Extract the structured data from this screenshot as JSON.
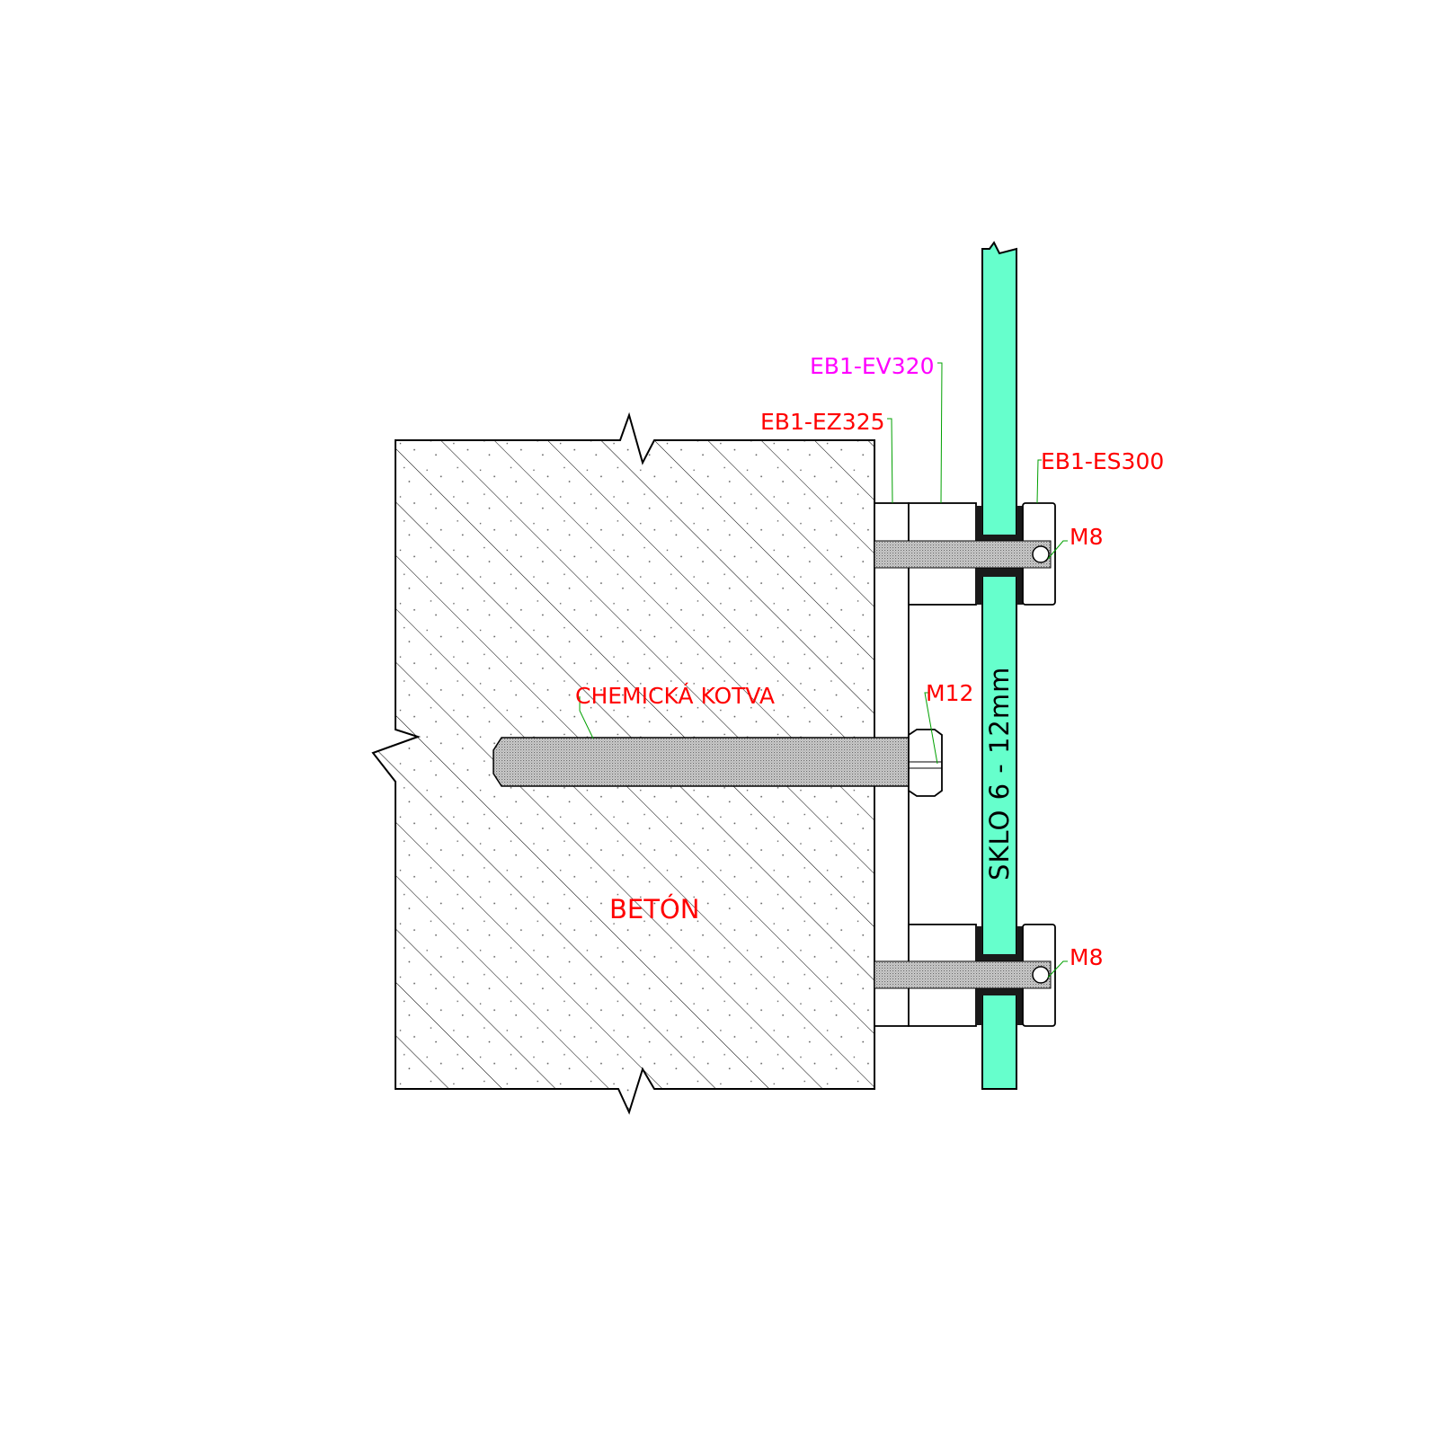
{
  "labels": {
    "spacer_outer": "EB1-EV320",
    "spacer_inner": "EB1-EZ325",
    "cap": "EB1-ES300",
    "bolt_top": "M8",
    "bolt_bottom": "M8",
    "anchor_bolt": "M12",
    "anchor": "CHEMICKÁ KOTVA",
    "concrete": "BETÓN",
    "glass": "SKLO 6 - 12mm"
  },
  "colors": {
    "label_red": "#ff0000",
    "label_magenta": "#ff00ff",
    "leader_green": "#00a000",
    "glass_fill": "#66ffcc",
    "gasket_fill": "#1a1a1a",
    "outline": "#000000"
  }
}
